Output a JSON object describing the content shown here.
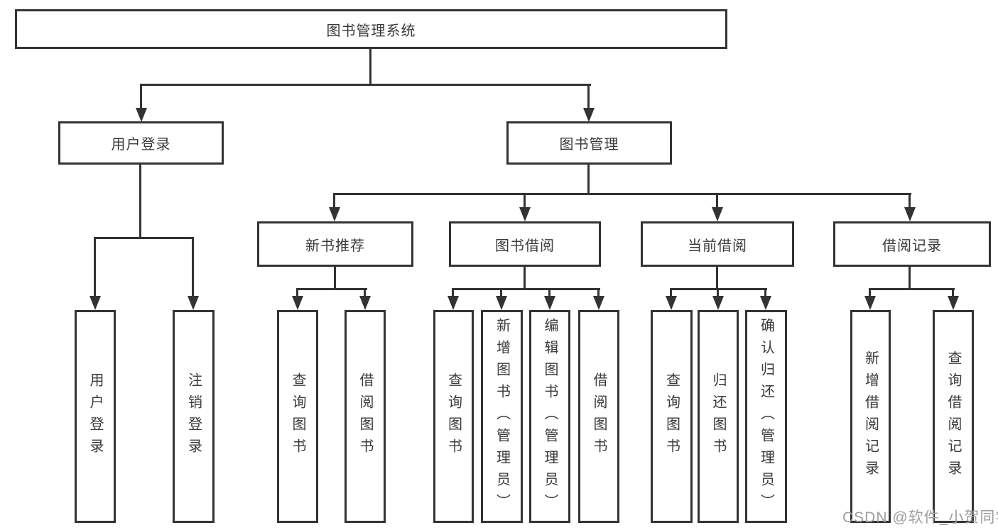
{
  "tree": {
    "root": "图书管理系统",
    "user_login": {
      "label": "用户登录",
      "children": [
        "用户登录",
        "注销登录"
      ]
    },
    "book_mgmt": {
      "label": "图书管理",
      "groups": {
        "new_book": {
          "label": "新书推荐",
          "children": [
            "查询图书",
            "借阅图书"
          ]
        },
        "borrow": {
          "label": "图书借阅",
          "children": [
            "查询图书",
            "新增图书（管理员）",
            "编辑图书（管理员）",
            "借阅图书"
          ]
        },
        "current": {
          "label": "当前借阅",
          "children": [
            "查询图书",
            "归还图书",
            "确认归还（管理员）"
          ]
        },
        "records": {
          "label": "借阅记录",
          "children": [
            "新增借阅记录",
            "查询借阅记录"
          ]
        }
      }
    }
  },
  "watermark": {
    "text": "CSDN @软件_小贺同学"
  },
  "colors": {
    "line": "#333333",
    "box_border": "#333333",
    "text": "#3a3a3a",
    "watermark": "#9e9e9e",
    "background": "#ffffff"
  }
}
